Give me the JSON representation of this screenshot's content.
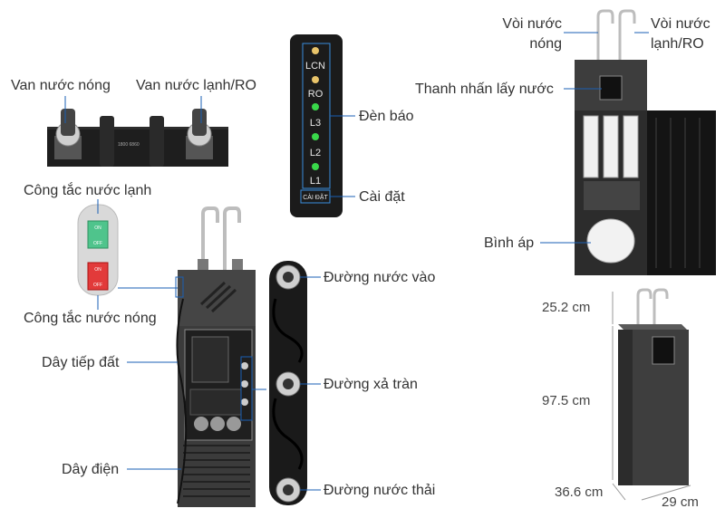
{
  "labels": {
    "van_nuoc_nong": "Van nước nóng",
    "van_nuoc_lanh": "Van nước lạnh/RO",
    "cong_tac_lanh": "Công tắc nước lạnh",
    "cong_tac_nong": "Công tắc nước nóng",
    "day_tiep_dat": "Dây tiếp đất",
    "day_dien": "Dây điện",
    "den_bao": "Đèn báo",
    "cai_dat": "Cài đặt",
    "duong_nuoc_vao": "Đường nước vào",
    "duong_xa_tran": "Đường xả tràn",
    "duong_nuoc_thai": "Đường nước thải",
    "voi_nuoc_nong_1": "Vòi nước",
    "voi_nuoc_nong_2": "nóng",
    "voi_nuoc_lanh_1": "Vòi nước",
    "voi_nuoc_lanh_2": "lạnh/RO",
    "thanh_nhan": "Thanh nhấn lấy nước",
    "binh_ap": "Bình áp"
  },
  "panel": {
    "leds": [
      "LCN",
      "RO",
      "L3",
      "L2",
      "L1"
    ],
    "button": "CÀI ĐẶT"
  },
  "dimensions": {
    "top": "25.2 cm",
    "height": "97.5 cm",
    "depth": "36.6 cm",
    "width": "29 cm"
  },
  "switch_labels": {
    "on": "ON",
    "off": "OFF"
  },
  "colors": {
    "callout_line": "#1a5fb4",
    "body_dark": "#3b3b3b",
    "led_green": "#39d84a",
    "led_amber": "#e9c46a"
  }
}
